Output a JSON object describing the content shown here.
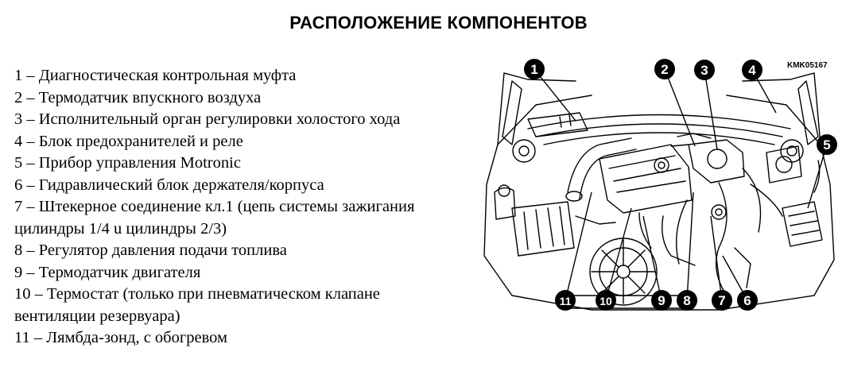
{
  "title": "РАСПОЛОЖЕНИЕ КОМПОНЕНТОВ",
  "legend": [
    "1 – Диагностическая контрольная муфта",
    "2 – Термодатчик впускного воздуха",
    "3 – Исполнительный орган регулировки холостого хода",
    "4 – Блок предохранителей и реле",
    "5 – Прибор управления Motronic",
    "6 – Гидравлический блок держателя/корпуса",
    "7 – Штекерное соединение кл.1 (цепь системы зажигания цилиндры 1/4 u цилиндры 2/3)",
    "8 – Регулятор давления подачи топлива",
    "9 – Термодатчик двигателя",
    "10 – Термостат (только при пневматическом клапане вентиляции резервуара)",
    "11 – Лямбда-зонд, с обогревом"
  ],
  "diagram": {
    "code": "KMK05167",
    "callouts": [
      "1",
      "2",
      "3",
      "4",
      "5",
      "6",
      "7",
      "8",
      "9",
      "10",
      "11"
    ]
  }
}
